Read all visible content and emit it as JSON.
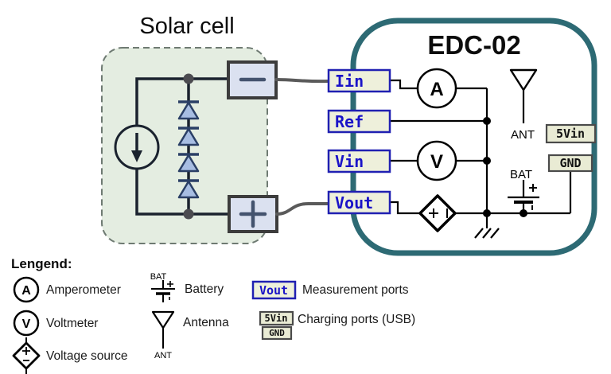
{
  "colors": {
    "edc_border_teal": "#2d6a74",
    "port_text_blue": "#1a13c8",
    "port_border_blue": "#2020b2",
    "port_fill_cream": "#eef0db",
    "charging_fill_tan": "#e9ebd4",
    "solar_fill_green": "#e4ede1",
    "terminal_fill_lavender": "#dbe1f0",
    "diode_fill": "#a7bde2",
    "diode_stroke": "#2a3f66",
    "solar_wire": "#1a222e",
    "connector_wire_gray": "#5a5a5a"
  },
  "solar_cell": {
    "title": "Solar cell"
  },
  "edc": {
    "title": "EDC-02",
    "ports": [
      {
        "label": "Iin"
      },
      {
        "label": "Ref"
      },
      {
        "label": "Vin"
      },
      {
        "label": "Vout"
      }
    ],
    "ammeter_label": "A",
    "voltmeter_label": "V",
    "antenna_label": "ANT",
    "battery_label": "BAT",
    "charging_ports": [
      {
        "label": "5Vin"
      },
      {
        "label": "GND"
      }
    ]
  },
  "legend": {
    "title": "Lengend:",
    "amperometer": {
      "symbol_label": "A",
      "label": "Amperometer"
    },
    "voltmeter": {
      "symbol_label": "V",
      "label": "Voltmeter"
    },
    "voltage_source": {
      "label": "Voltage source"
    },
    "battery": {
      "symbol_label": "BAT",
      "label": "Battery"
    },
    "antenna": {
      "symbol_label": "ANT",
      "label": "Antenna"
    },
    "measurement_ports": {
      "port_label": "Vout",
      "label": "Measurement ports"
    },
    "charging_ports": {
      "port_labels": [
        "5Vin",
        "GND"
      ],
      "label": "Charging ports (USB)"
    }
  }
}
